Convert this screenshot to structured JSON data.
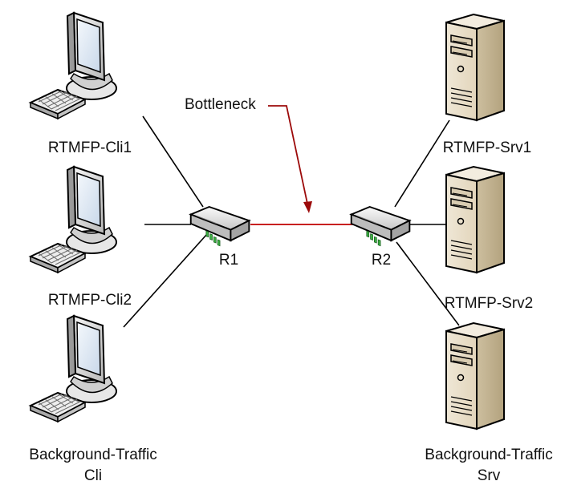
{
  "diagram": {
    "clients": [
      {
        "label": "RTMFP-Cli1",
        "icon": "workstation-icon"
      },
      {
        "label": "RTMFP-Cli2",
        "icon": "workstation-icon"
      },
      {
        "label": "Background-Traffic",
        "label2": "Cli",
        "icon": "workstation-icon"
      }
    ],
    "servers": [
      {
        "label": "RTMFP-Srv1",
        "icon": "server-tower-icon"
      },
      {
        "label": "RTMFP-Srv2",
        "icon": "server-tower-icon"
      },
      {
        "label": "Background-Traffic",
        "label2": "Srv",
        "icon": "server-tower-icon"
      }
    ],
    "routers": [
      {
        "label": "R1",
        "icon": "router-icon"
      },
      {
        "label": "R2",
        "icon": "router-icon"
      }
    ],
    "bottleneck": {
      "label": "Bottleneck",
      "link_color": "#c00000"
    },
    "colors": {
      "link": "#000000",
      "bottleneck": "#c00000"
    }
  }
}
